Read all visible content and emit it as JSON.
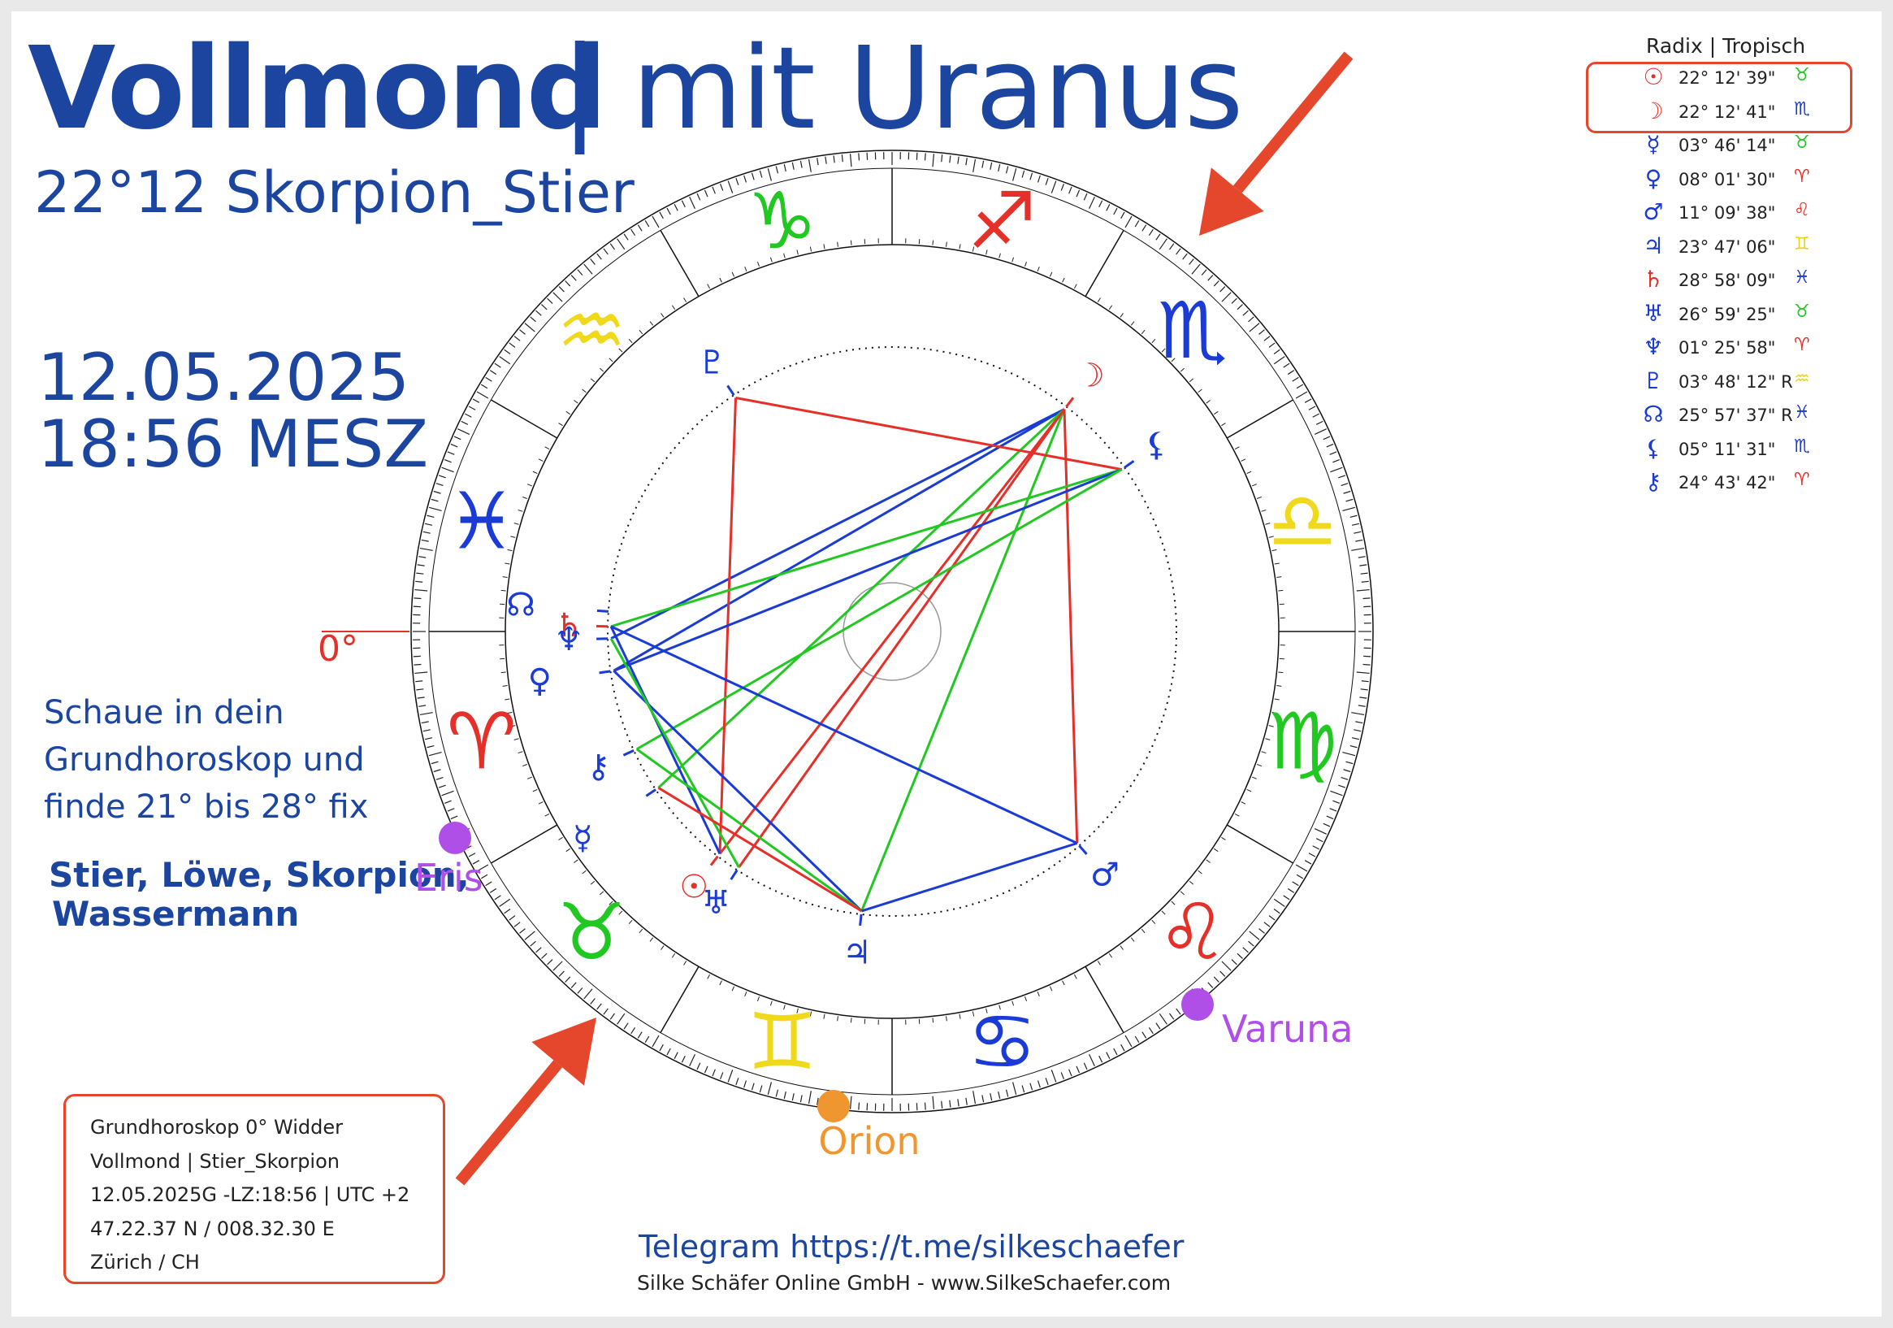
{
  "header": {
    "title_main": "Vollmond",
    "title_rest": "| mit Uranus",
    "subtitle": "22°12 Skorpion_Stier",
    "date": "12.05.2025",
    "time": "18:56 MESZ"
  },
  "note": {
    "line1": "Schaue in dein",
    "line2": "Grundhoroskop und",
    "line3": "finde 21° bis 28° fix",
    "bold1": "Stier, Löwe, Skorpion,",
    "bold2": "Wassermann"
  },
  "infobox": {
    "line1": "Grundhoroskop 0° Widder",
    "line2": "Vollmond | Stier_Skorpion",
    "line3": "12.05.2025G -LZ:18:56 | UTC +2",
    "line4": "47.22.37 N / 008.32.30 E",
    "line5": "Zürich / CH"
  },
  "footer": {
    "telegram": "Telegram https://t.me/silkeschaefer",
    "company": "Silke Schäfer Online GmbH - www.SilkeSchaefer.com"
  },
  "legend": {
    "heading": "Radix | Tropisch",
    "rows": [
      {
        "glyph": "☉",
        "value": "22° 12' 39\"",
        "sign": "♉",
        "color": "#e5302a",
        "sign_color": "#22c822"
      },
      {
        "glyph": "☽",
        "value": "22° 12' 41\"",
        "sign": "♏",
        "color": "#e5302a",
        "sign_color": "#1a3bd4"
      },
      {
        "glyph": "☿",
        "value": "03° 46' 14\"",
        "sign": "♉",
        "color": "#1a3bd4",
        "sign_color": "#22c822"
      },
      {
        "glyph": "♀",
        "value": "08° 01' 30\"",
        "sign": "♈",
        "color": "#1a3bd4",
        "sign_color": "#e5302a"
      },
      {
        "glyph": "♂",
        "value": "11° 09' 38\"",
        "sign": "♌",
        "color": "#1a3bd4",
        "sign_color": "#e5302a"
      },
      {
        "glyph": "♃",
        "value": "23° 47' 06\"",
        "sign": "♊",
        "color": "#1a3bd4",
        "sign_color": "#e8d21a"
      },
      {
        "glyph": "♄",
        "value": "28° 58' 09\"",
        "sign": "♓",
        "color": "#e5302a",
        "sign_color": "#1a3bd4"
      },
      {
        "glyph": "♅",
        "value": "26° 59' 25\"",
        "sign": "♉",
        "color": "#1a3bd4",
        "sign_color": "#22c822"
      },
      {
        "glyph": "♆",
        "value": "01° 25' 58\"",
        "sign": "♈",
        "color": "#1a3bd4",
        "sign_color": "#e5302a"
      },
      {
        "glyph": "♇",
        "value": "03° 48' 12\" R",
        "sign": "♒",
        "color": "#1a3bd4",
        "sign_color": "#e8d21a"
      },
      {
        "glyph": "☊",
        "value": "25° 57' 37\" R",
        "sign": "♓",
        "color": "#1a3bd4",
        "sign_color": "#1a3bd4"
      },
      {
        "glyph": "⚸",
        "value": "05° 11' 31\"",
        "sign": "♏",
        "color": "#1a3bd4",
        "sign_color": "#1a3bd4"
      },
      {
        "glyph": "⚷",
        "value": "24° 43' 42\"",
        "sign": "♈",
        "color": "#1a3bd4",
        "sign_color": "#e5302a"
      }
    ]
  },
  "wheel": {
    "zero_label": "0°",
    "signs": [
      {
        "glyph": "♈",
        "color": "#e5302a"
      },
      {
        "glyph": "♉",
        "color": "#22c822"
      },
      {
        "glyph": "♊",
        "color": "#f0d81a"
      },
      {
        "glyph": "♋",
        "color": "#1a3bd4"
      },
      {
        "glyph": "♌",
        "color": "#e5302a"
      },
      {
        "glyph": "♍",
        "color": "#22c822"
      },
      {
        "glyph": "♎",
        "color": "#f0d81a"
      },
      {
        "glyph": "♏",
        "color": "#1a3bd4"
      },
      {
        "glyph": "♐",
        "color": "#e5302a"
      },
      {
        "glyph": "♑",
        "color": "#22c822"
      },
      {
        "glyph": "♒",
        "color": "#f0d81a"
      },
      {
        "glyph": "♓",
        "color": "#1a3bd4"
      }
    ],
    "planets": [
      {
        "glyph": "☉",
        "longitude": 52.21,
        "color": "#e5302a"
      },
      {
        "glyph": "☽",
        "longitude": 232.21,
        "color": "#e5302a"
      },
      {
        "glyph": "☿",
        "longitude": 33.77,
        "color": "#1a3bd4"
      },
      {
        "glyph": "♀",
        "longitude": 8.03,
        "color": "#1a3bd4"
      },
      {
        "glyph": "♂",
        "longitude": 131.16,
        "color": "#1a3bd4"
      },
      {
        "glyph": "♃",
        "longitude": 83.79,
        "color": "#1a3bd4"
      },
      {
        "glyph": "♄",
        "longitude": 358.97,
        "color": "#e5302a"
      },
      {
        "glyph": "♅",
        "longitude": 56.99,
        "color": "#1a3bd4"
      },
      {
        "glyph": "♆",
        "longitude": 1.43,
        "color": "#1a3bd4"
      },
      {
        "glyph": "♇",
        "longitude": 303.8,
        "color": "#1a3bd4"
      },
      {
        "glyph": "☊",
        "longitude": 355.96,
        "color": "#1a3bd4"
      },
      {
        "glyph": "⚸",
        "longitude": 215.19,
        "color": "#1a3bd4"
      },
      {
        "glyph": "⚷",
        "longitude": 24.73,
        "color": "#1a3bd4"
      }
    ],
    "aspects": [
      {
        "from": 0,
        "to": 1,
        "color": "#e5302a"
      },
      {
        "from": 1,
        "to": 3,
        "color": "#1a3bd4"
      },
      {
        "from": 1,
        "to": 8,
        "color": "#1a3bd4"
      },
      {
        "from": 1,
        "to": 5,
        "color": "#22c822"
      },
      {
        "from": 1,
        "to": 2,
        "color": "#22c822"
      },
      {
        "from": 1,
        "to": 4,
        "color": "#e5302a"
      },
      {
        "from": 1,
        "to": 7,
        "color": "#e5302a"
      },
      {
        "from": 9,
        "to": 11,
        "color": "#e5302a"
      },
      {
        "from": 9,
        "to": 0,
        "color": "#e5302a"
      },
      {
        "from": 11,
        "to": 6,
        "color": "#22c822"
      },
      {
        "from": 11,
        "to": 3,
        "color": "#1a3bd4"
      },
      {
        "from": 11,
        "to": 12,
        "color": "#22c822"
      },
      {
        "from": 6,
        "to": 0,
        "color": "#1a3bd4"
      },
      {
        "from": 6,
        "to": 4,
        "color": "#1a3bd4"
      },
      {
        "from": 3,
        "to": 5,
        "color": "#1a3bd4"
      },
      {
        "from": 8,
        "to": 7,
        "color": "#22c822"
      },
      {
        "from": 12,
        "to": 5,
        "color": "#22c822"
      },
      {
        "from": 2,
        "to": 5,
        "color": "#e5302a"
      },
      {
        "from": 4,
        "to": 5,
        "color": "#1a3bd4"
      }
    ],
    "extra_bodies": [
      {
        "name": "Eris",
        "color": "#b04ee8"
      },
      {
        "name": "Orion",
        "color": "#f0962f"
      },
      {
        "name": "Varuna",
        "color": "#b04ee8"
      }
    ]
  }
}
